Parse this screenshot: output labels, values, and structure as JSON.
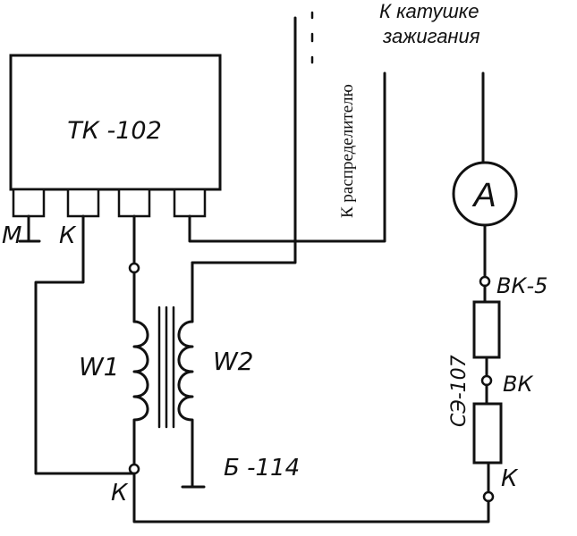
{
  "labels": {
    "ignition_coil": [
      "К катушке",
      "зажигания"
    ],
    "distributor": "К распределителю",
    "module": "ТК -102",
    "term_m": "М",
    "term_k_top": "К",
    "w1": "W1",
    "w2": "W2",
    "ballast": "Б -114",
    "term_k_bottom_left": "К",
    "ammeter": "А",
    "vk5": "ВК-5",
    "resistor": "СЭ-107",
    "vk": "ВК",
    "term_k_right": "К"
  }
}
